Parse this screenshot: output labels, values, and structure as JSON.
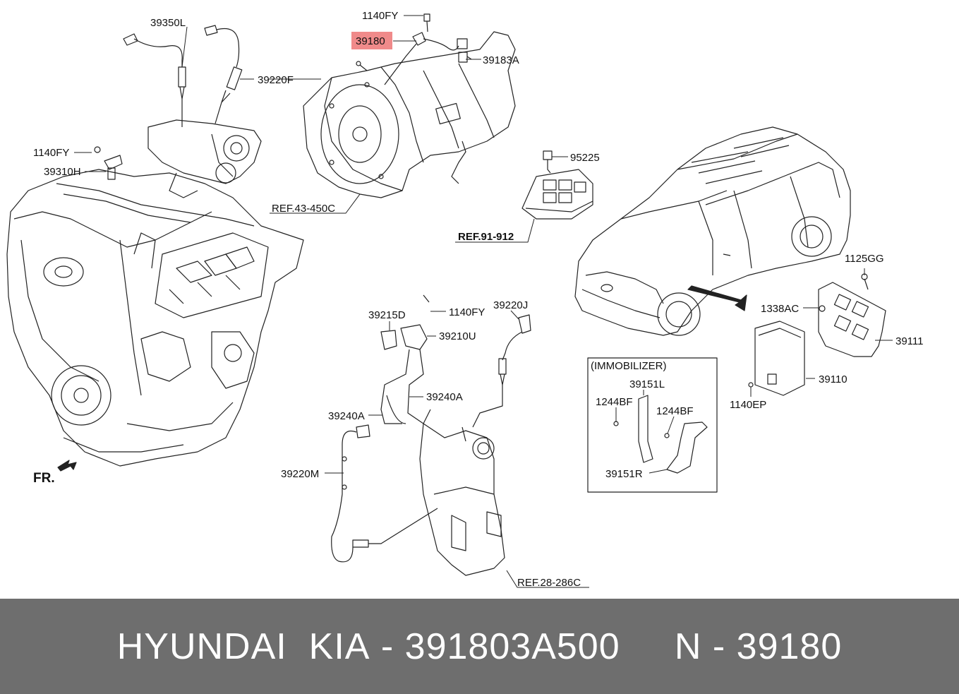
{
  "labels": {
    "p39350L": "39350L",
    "p39220F": "39220F",
    "p1140FY_top": "1140FY",
    "p39180": "39180",
    "p39183A": "39183A",
    "p1140FY_left": "1140FY",
    "p39310H": "39310H",
    "ref43": "REF.43-450C",
    "p95225": "95225",
    "ref91": "REF.91-912",
    "p1125GG": "1125GG",
    "p1338AC": "1338AC",
    "p39111": "39111",
    "p39110": "39110",
    "p1140EP": "1140EP",
    "p39215D": "39215D",
    "p1140FY_mid": "1140FY",
    "p39220J": "39220J",
    "p39210U": "39210U",
    "p39240A_right": "39240A",
    "p39240A_left": "39240A",
    "p39220M": "39220M",
    "immobilizer": "(IMMOBILIZER)",
    "p39151L": "39151L",
    "p1244BF_left": "1244BF",
    "p1244BF_right": "1244BF",
    "p39151R": "39151R",
    "ref28": "REF.28-286C",
    "fr": "FR."
  },
  "footer": {
    "brand": "HYUNDAI  KIA",
    "sep1": " - ",
    "part_number": "391803A500",
    "gap": "     ",
    "n_label": "N",
    "sep2": " - ",
    "n_value": "39180"
  },
  "colors": {
    "highlight": "#f08a8a",
    "footer_bg": "#6e6e6e",
    "line": "#222222"
  }
}
